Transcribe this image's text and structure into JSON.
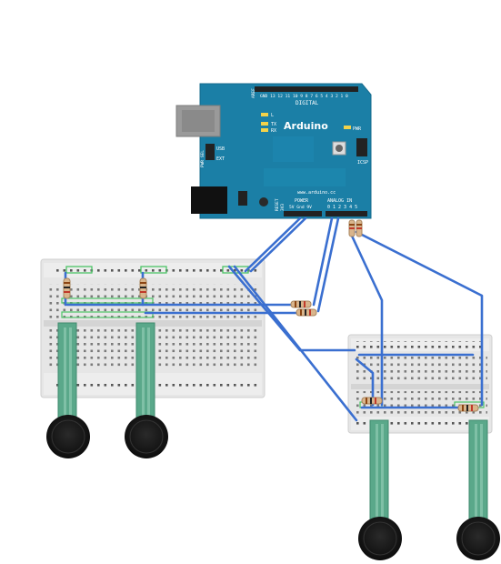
{
  "arduino": {
    "board_name": "Arduino",
    "website": "www.arduino.cc",
    "digital_label": "DIGITAL",
    "analog_label": "ANALOG IN",
    "power_label": "POWER",
    "power_pins": "5V Gnd 9V",
    "analog_pins": "0 1 2 3 4 5",
    "digital_pins": "GND 13 12 11 10 9 8 7 6 5 4 3 2 1 0",
    "pwm_label": "PWR",
    "icsp_label": "ICSP",
    "led_l": "L",
    "led_tx": "TX",
    "led_rx": "RX",
    "usb_label": "USB",
    "ext_label": "EXT",
    "pwr_sel_label": "PWR SEL",
    "reset_label": "RESET",
    "v33_label": "3V3",
    "aref_label": "AREF",
    "board_color": "#1b7fa6"
  },
  "colors": {
    "wire": "#3a6fd0",
    "sensor_strip": "#5aa88a",
    "sensor_pad": "#1a1a1a",
    "breadboard": "#e3e3e3",
    "rail_green": "#4cc466"
  },
  "sensors": [
    "fsr-sensor",
    "fsr-sensor",
    "fsr-sensor",
    "fsr-sensor"
  ]
}
